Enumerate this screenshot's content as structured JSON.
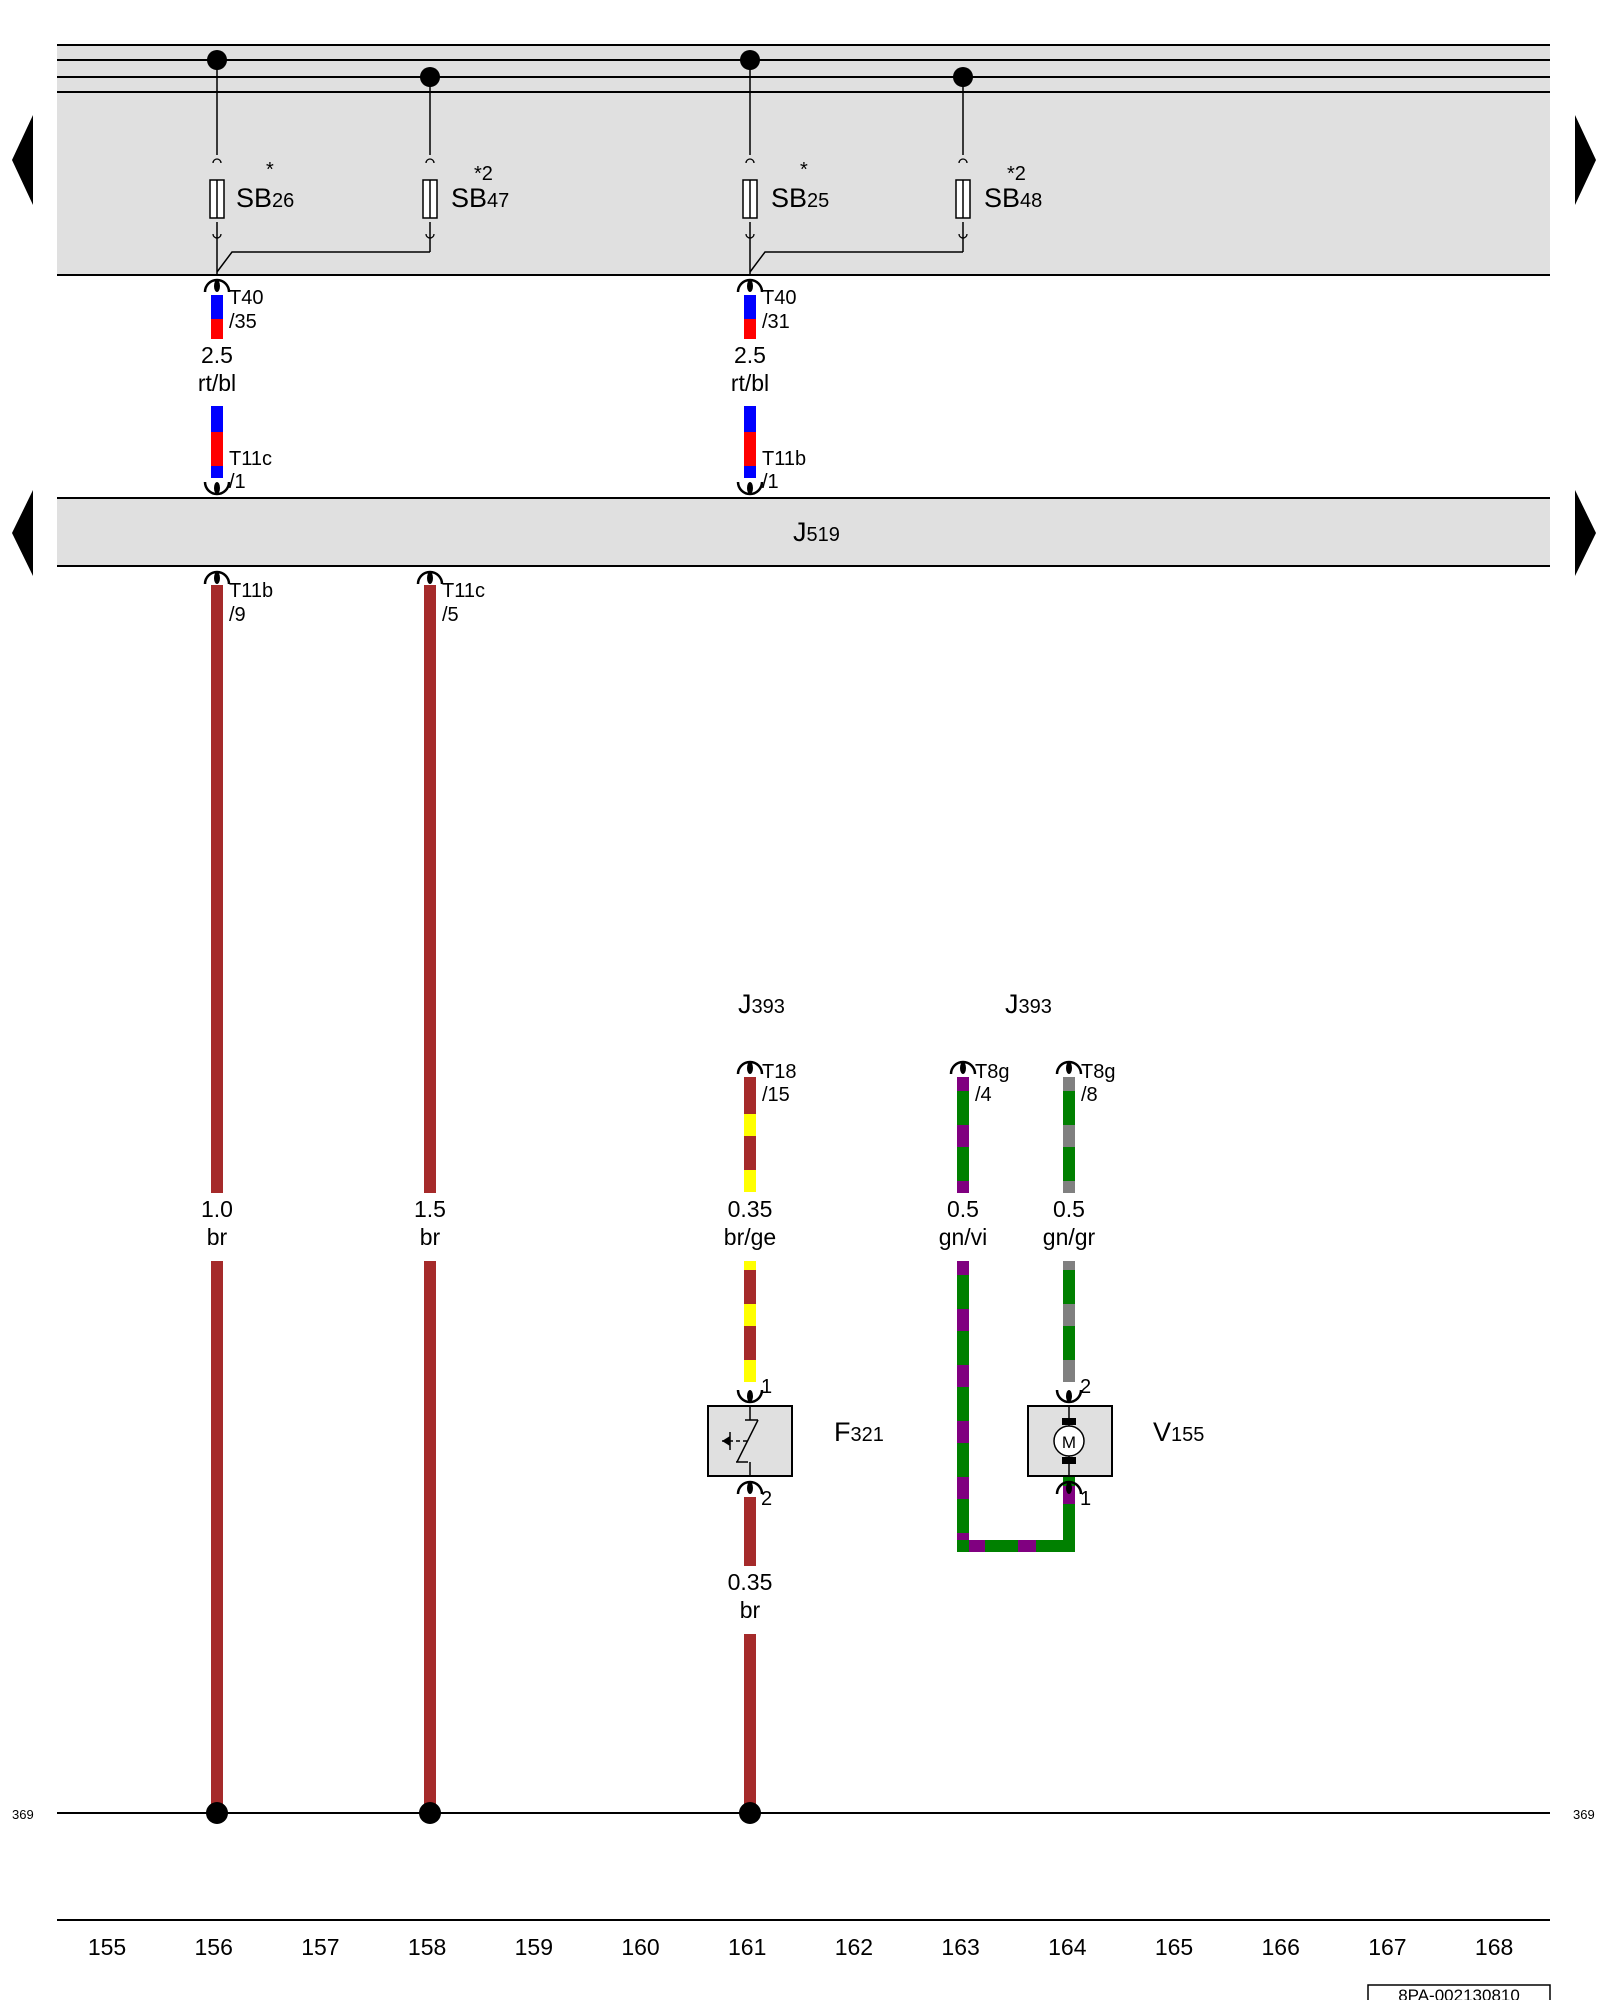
{
  "components": {
    "fuses": [
      {
        "id": "sb26",
        "prefix": "SB",
        "sub": "26",
        "mark": "*"
      },
      {
        "id": "sb47",
        "prefix": "SB",
        "sub": "47",
        "mark": "*2"
      },
      {
        "id": "sb25",
        "prefix": "SB",
        "sub": "25",
        "mark": "*"
      },
      {
        "id": "sb48",
        "prefix": "SB",
        "sub": "48",
        "mark": "*2"
      }
    ],
    "control_unit": {
      "prefix": "J",
      "sub": "519"
    },
    "j393_left": {
      "prefix": "J",
      "sub": "393"
    },
    "j393_right": {
      "prefix": "J",
      "sub": "393"
    },
    "f321": {
      "prefix": "F",
      "sub": "321"
    },
    "v155": {
      "prefix": "V",
      "sub": "155"
    },
    "motor_symbol": "M"
  },
  "connectors": {
    "t40_35": {
      "name": "T40",
      "pin": "/35"
    },
    "t40_31": {
      "name": "T40",
      "pin": "/31"
    },
    "t11c_1": {
      "name": "T11c",
      "pin": "/1"
    },
    "t11b_1": {
      "name": "T11b",
      "pin": "/1"
    },
    "t11b_9": {
      "name": "T11b",
      "pin": "/9"
    },
    "t11c_5": {
      "name": "T11c",
      "pin": "/5"
    },
    "t18_15": {
      "name": "T18",
      "pin": "/15"
    },
    "t8g_4": {
      "name": "T8g",
      "pin": "/4"
    },
    "t8g_8": {
      "name": "T8g",
      "pin": "/8"
    },
    "f321_pin1": "1",
    "f321_pin2": "2",
    "v155_pin2": "2",
    "v155_pin1": "1"
  },
  "wires": {
    "w156_top": {
      "size": "2.5",
      "color": "rt/bl"
    },
    "w161_top": {
      "size": "2.5",
      "color": "rt/bl"
    },
    "w156": {
      "size": "1.0",
      "color": "br"
    },
    "w158": {
      "size": "1.5",
      "color": "br"
    },
    "w161": {
      "size": "0.35",
      "color": "br/ge"
    },
    "w163": {
      "size": "0.5",
      "color": "gn/vi"
    },
    "w164": {
      "size": "0.5",
      "color": "gn/gr"
    },
    "w161_bottom": {
      "size": "0.35",
      "color": "br"
    }
  },
  "ground_ref_left": "369",
  "ground_ref_right": "369",
  "columns": [
    "155",
    "156",
    "157",
    "158",
    "159",
    "160",
    "161",
    "162",
    "163",
    "164",
    "165",
    "166",
    "167",
    "168"
  ],
  "doc_id": "8PA-002130810",
  "colors": {
    "panel": "#e0e0e0",
    "wire_br": "#a52a2a",
    "wire_rt": "#ff0000",
    "wire_bl": "#0000ff",
    "wire_ge": "#ffff00",
    "wire_gn": "#008000",
    "wire_vi": "#800080",
    "wire_gr": "#808080"
  }
}
